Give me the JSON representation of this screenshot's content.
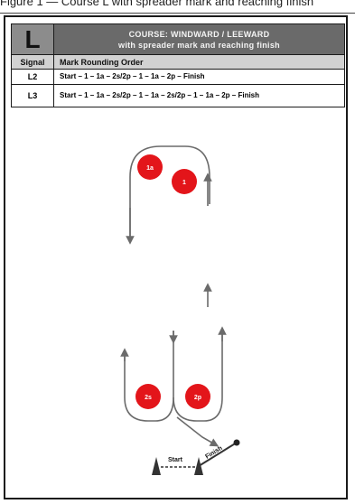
{
  "top_fragment": "Figure 1 — Course L with spreader mark and reaching finish",
  "course": {
    "letter": "L",
    "title_line1": "COURSE: WINDWARD / LEEWARD",
    "title_line2": "with spreader mark and reaching finish"
  },
  "table": {
    "headers": [
      "Signal",
      "Mark Rounding Order"
    ],
    "rows": [
      {
        "signal": "L2",
        "order": "Start – 1 – 1a – 2s/2p – 1 – 1a – 2p – Finish"
      },
      {
        "signal": "L3",
        "order": "Start – 1 – 1a – 2s/2p – 1 – 1a – 2s/2p – 1 – 1a – 2p – Finish"
      }
    ]
  },
  "diagram": {
    "marks": [
      {
        "label": "1a"
      },
      {
        "label": "1"
      },
      {
        "label": "2s"
      },
      {
        "label": "2p"
      }
    ],
    "start_label": "Start",
    "finish_label": "Finish",
    "mark_color": "#e3151a",
    "line_color": "#6b6b6b"
  }
}
